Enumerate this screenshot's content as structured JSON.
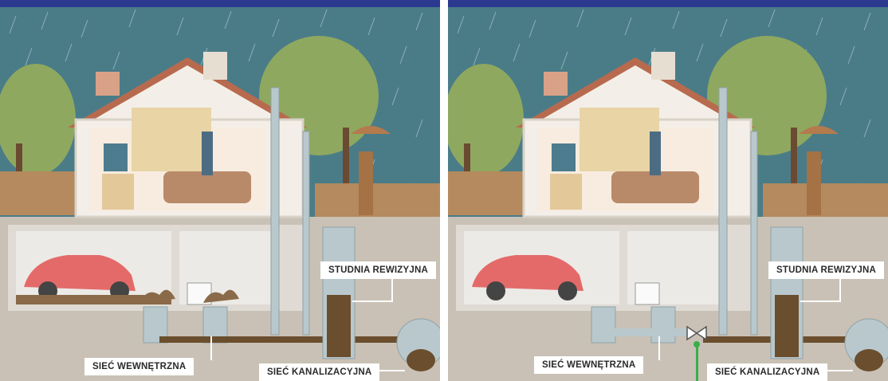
{
  "panels": [
    {
      "id": "left",
      "labels": {
        "inspection_well": "STUDNIA REWIZYJNA",
        "internal_network": "SIEĆ WEWNĘTRZNA",
        "sewer_network": "SIEĆ KANALIZACYJNA"
      },
      "valve": false
    },
    {
      "id": "right",
      "labels": {
        "inspection_well": "STUDNIA REWIZYJNA",
        "internal_network": "SIEĆ WEWNĘTRZNA",
        "sewer_network": "SIEĆ KANALIZACYJNA"
      },
      "valve": true
    }
  ],
  "colors": {
    "top_bar": "#2b3a8f",
    "sky": "#4a7c88",
    "ground": "#c9c1b5",
    "basement": "#eceae6",
    "house_wall": "#f3efe8",
    "roof": "#b86a4e",
    "pipe": "#b9c8cc",
    "sewage": "#6b4e2e",
    "valve_green": "#3aae4a",
    "car": "#e46a6a"
  }
}
